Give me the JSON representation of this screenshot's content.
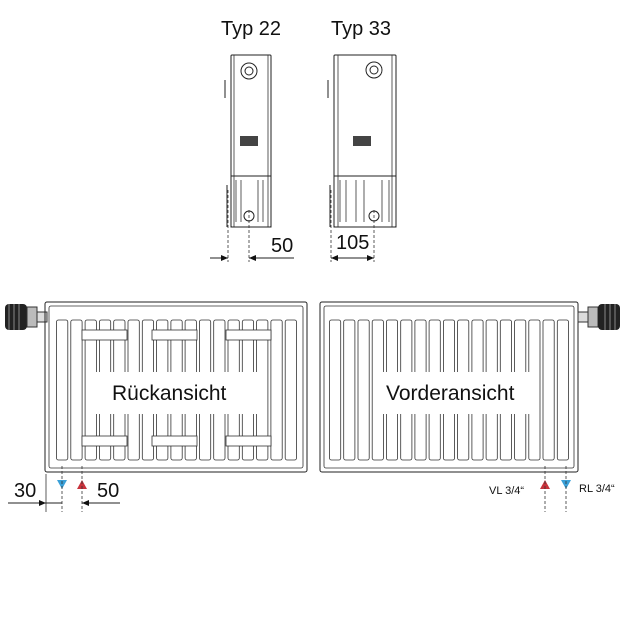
{
  "side_views": {
    "type22": {
      "title": "Typ 22",
      "dimension": "50"
    },
    "type33": {
      "title": "Typ 33",
      "dimension": "105"
    }
  },
  "rear_view": {
    "title": "Rückansicht",
    "dim_left": "30",
    "dim_right": "50"
  },
  "front_view": {
    "title": "Vorderansicht",
    "label_vl": "VL 3/4“",
    "label_rl": "RL 3/4“"
  },
  "colors": {
    "flow_arrow": "#c8323c",
    "return_arrow": "#3aa0d8",
    "line": "#222222",
    "label_box": "#ffffff"
  }
}
